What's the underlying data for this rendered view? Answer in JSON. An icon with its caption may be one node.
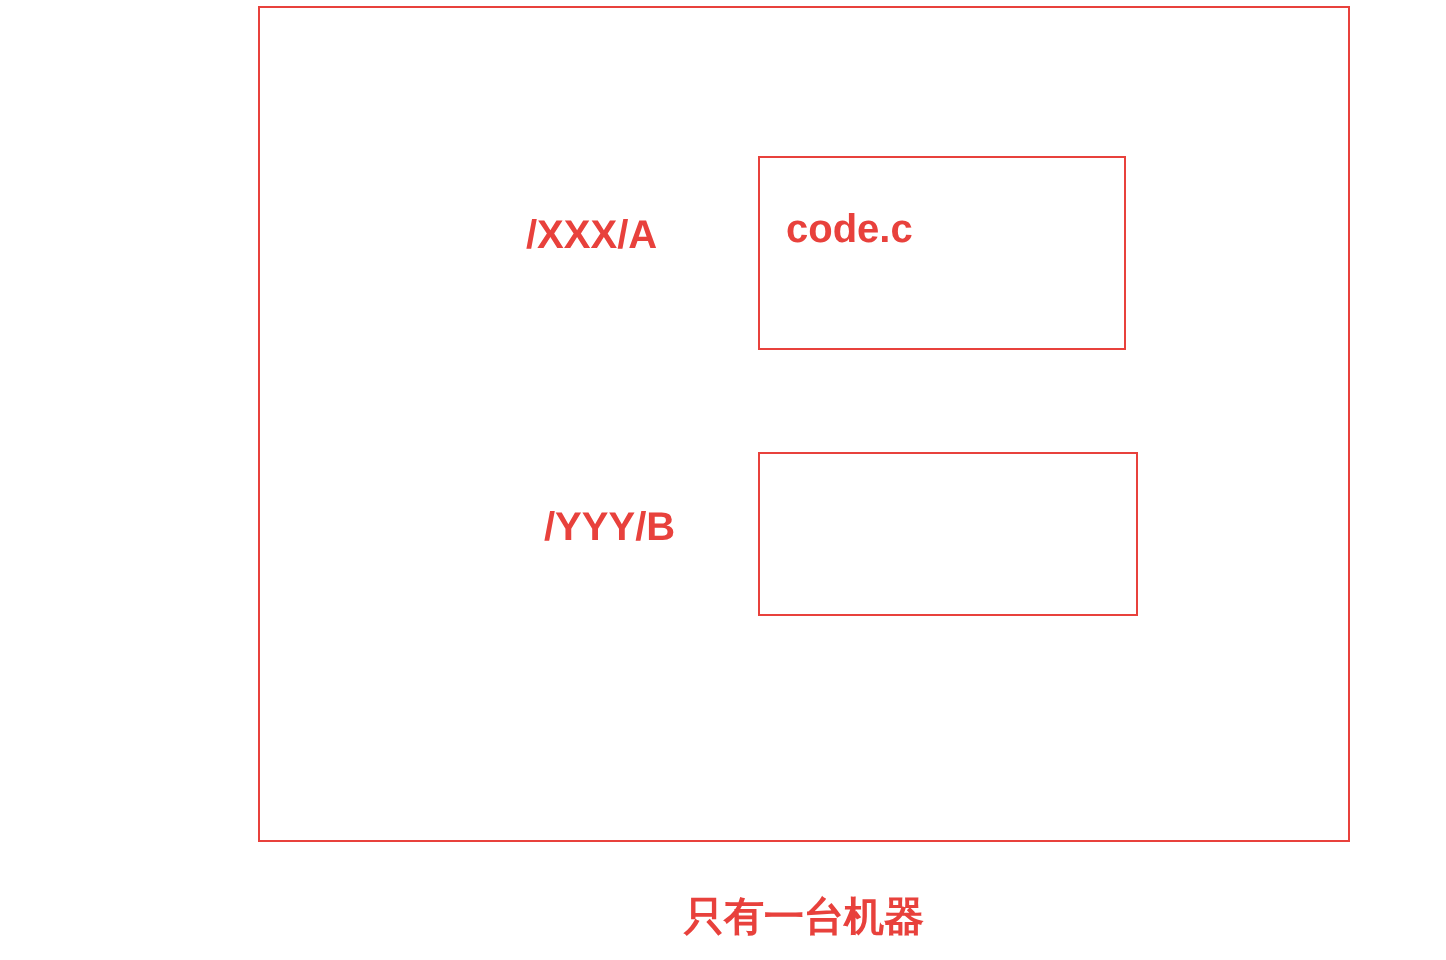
{
  "diagram": {
    "nodes": [
      {
        "text": [],
        "shape": "box",
        "beside": [
          "只有一台机器"
        ]
      },
      {
        "text": [
          "/XXX/A",
          "code.c"
        ],
        "in": 0
      },
      {
        "text": [
          "/YYY/B"
        ],
        "in": 0
      }
    ]
  }
}
